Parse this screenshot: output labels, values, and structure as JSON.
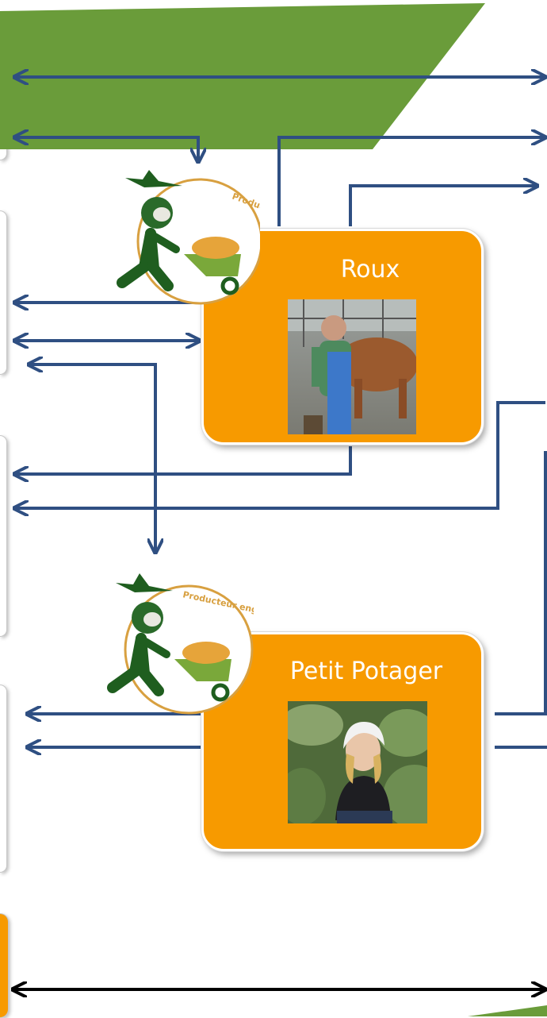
{
  "nodes": {
    "roux": {
      "label": "Roux"
    },
    "petit_potager": {
      "label": "Petit Potager"
    }
  },
  "badge": {
    "text": "Producteur engagé",
    "icon": "farmer-wheelbarrow-globe"
  },
  "colors": {
    "node_fill": "#f79a00",
    "banner_green": "#6a9c3a",
    "arrow_blue": "#2f4f82",
    "arrow_black": "#000000",
    "badge_ring": "#d8a040",
    "farmer_green": "#1f5e1f",
    "wheelbarrow_green": "#7aa83a"
  }
}
